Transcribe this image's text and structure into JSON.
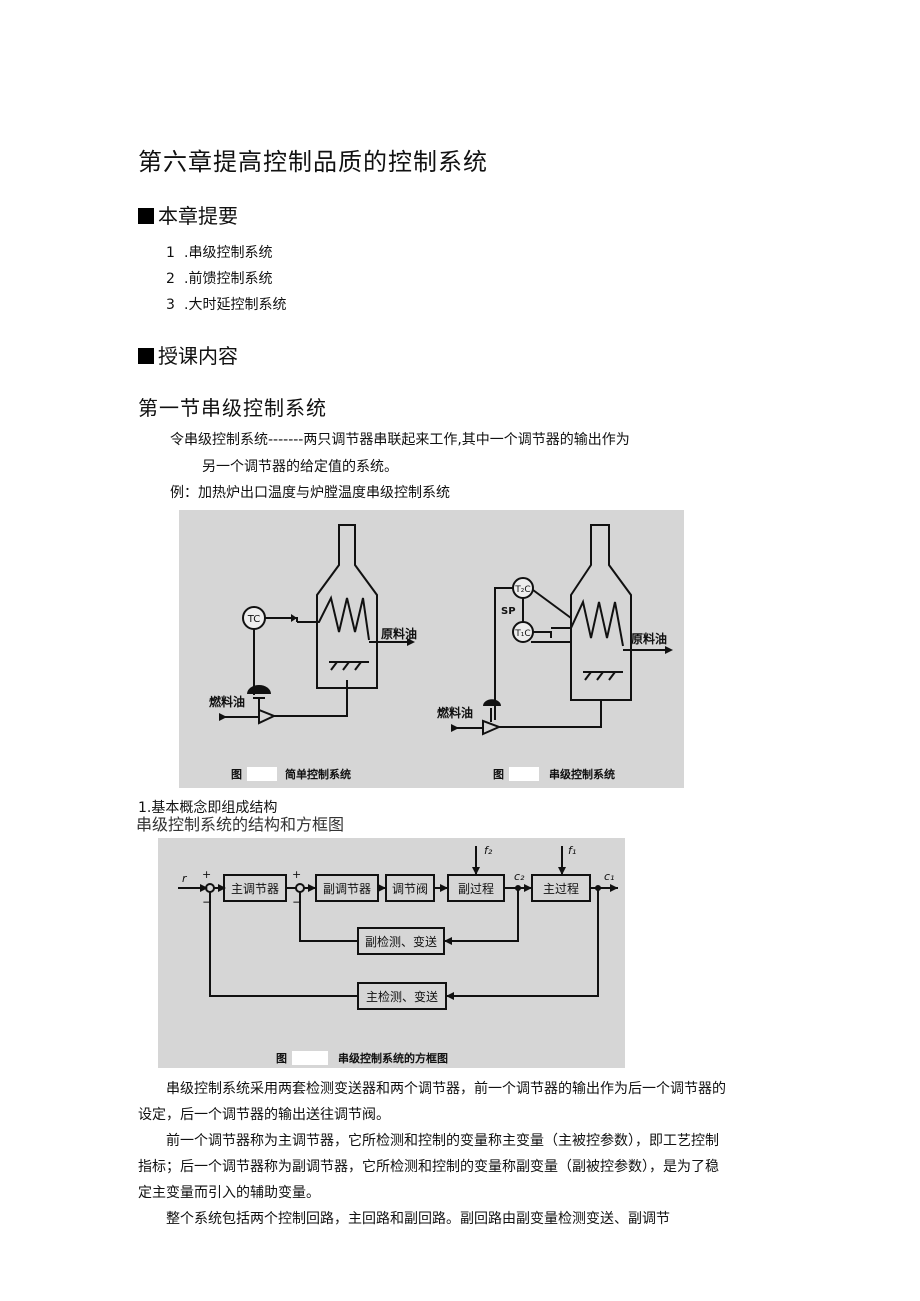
{
  "doc": {
    "title": "第六章提高控制品质的控制系统",
    "summary_heading": "本章提要",
    "summary_items": [
      {
        "num": "1",
        "text": ".串级控制系统"
      },
      {
        "num": "2",
        "text": ".前馈控制系统"
      },
      {
        "num": "3",
        "text": ".大时延控制系统"
      }
    ],
    "content_heading": "授课内容",
    "section_title": "第一节串级控制系统",
    "definition_line1": "令串级控制系统-------两只调节器串联起来工作,其中一个调节器的输出作为",
    "definition_line2": "另一个调节器的给定值的系统。",
    "example_line": "例：加热炉出口温度与炉膛温度串级控制系统",
    "basic_concept": "1.基本概念即组成结构",
    "block_heading": "串级控制系统的结构和方框图",
    "paragraphs": [
      "串级控制系统采用两套检测变送器和两个调节器，前一个调节器的输出作为后一个调节器的设定，后一个调节器的输出送往调节阀。",
      "前一个调节器称为主调节器，它所检测和控制的变量称主变量（主被控参数），即工艺控制指标；后一个调节器称为副调节器，它所检测和控制的变量称副变量（副被控参数），是为了稳定主变量而引入的辅助变量。",
      "整个系统包括两个控制回路，主回路和副回路。副回路由副变量检测变送、副调节"
    ]
  },
  "figure1": {
    "left": {
      "controller": "TC",
      "product": "原料油",
      "fuel": "燃料油",
      "caption_prefix": "图",
      "caption": "简单控制系统"
    },
    "right": {
      "controller_top": "T₂C",
      "controller_bottom": "T₁C",
      "sp": "SP",
      "product": "原料油",
      "fuel": "燃料油",
      "caption_prefix": "图",
      "caption": "串级控制系统"
    }
  },
  "figure2": {
    "blocks": {
      "main_controller": "主调节器",
      "sub_controller": "副调节器",
      "valve": "调节阀",
      "sub_process": "副过程",
      "main_process": "主过程",
      "sub_sensor": "副检测、变送",
      "main_sensor": "主检测、变送"
    },
    "signals": {
      "r": "r",
      "f2": "f₂",
      "f1": "f₁",
      "c2": "c₂",
      "c1": "c₁",
      "plus1": "+",
      "minus1": "−",
      "plus2": "+",
      "minus2": "−"
    },
    "caption_prefix": "图",
    "caption": "串级控制系统的方框图"
  }
}
